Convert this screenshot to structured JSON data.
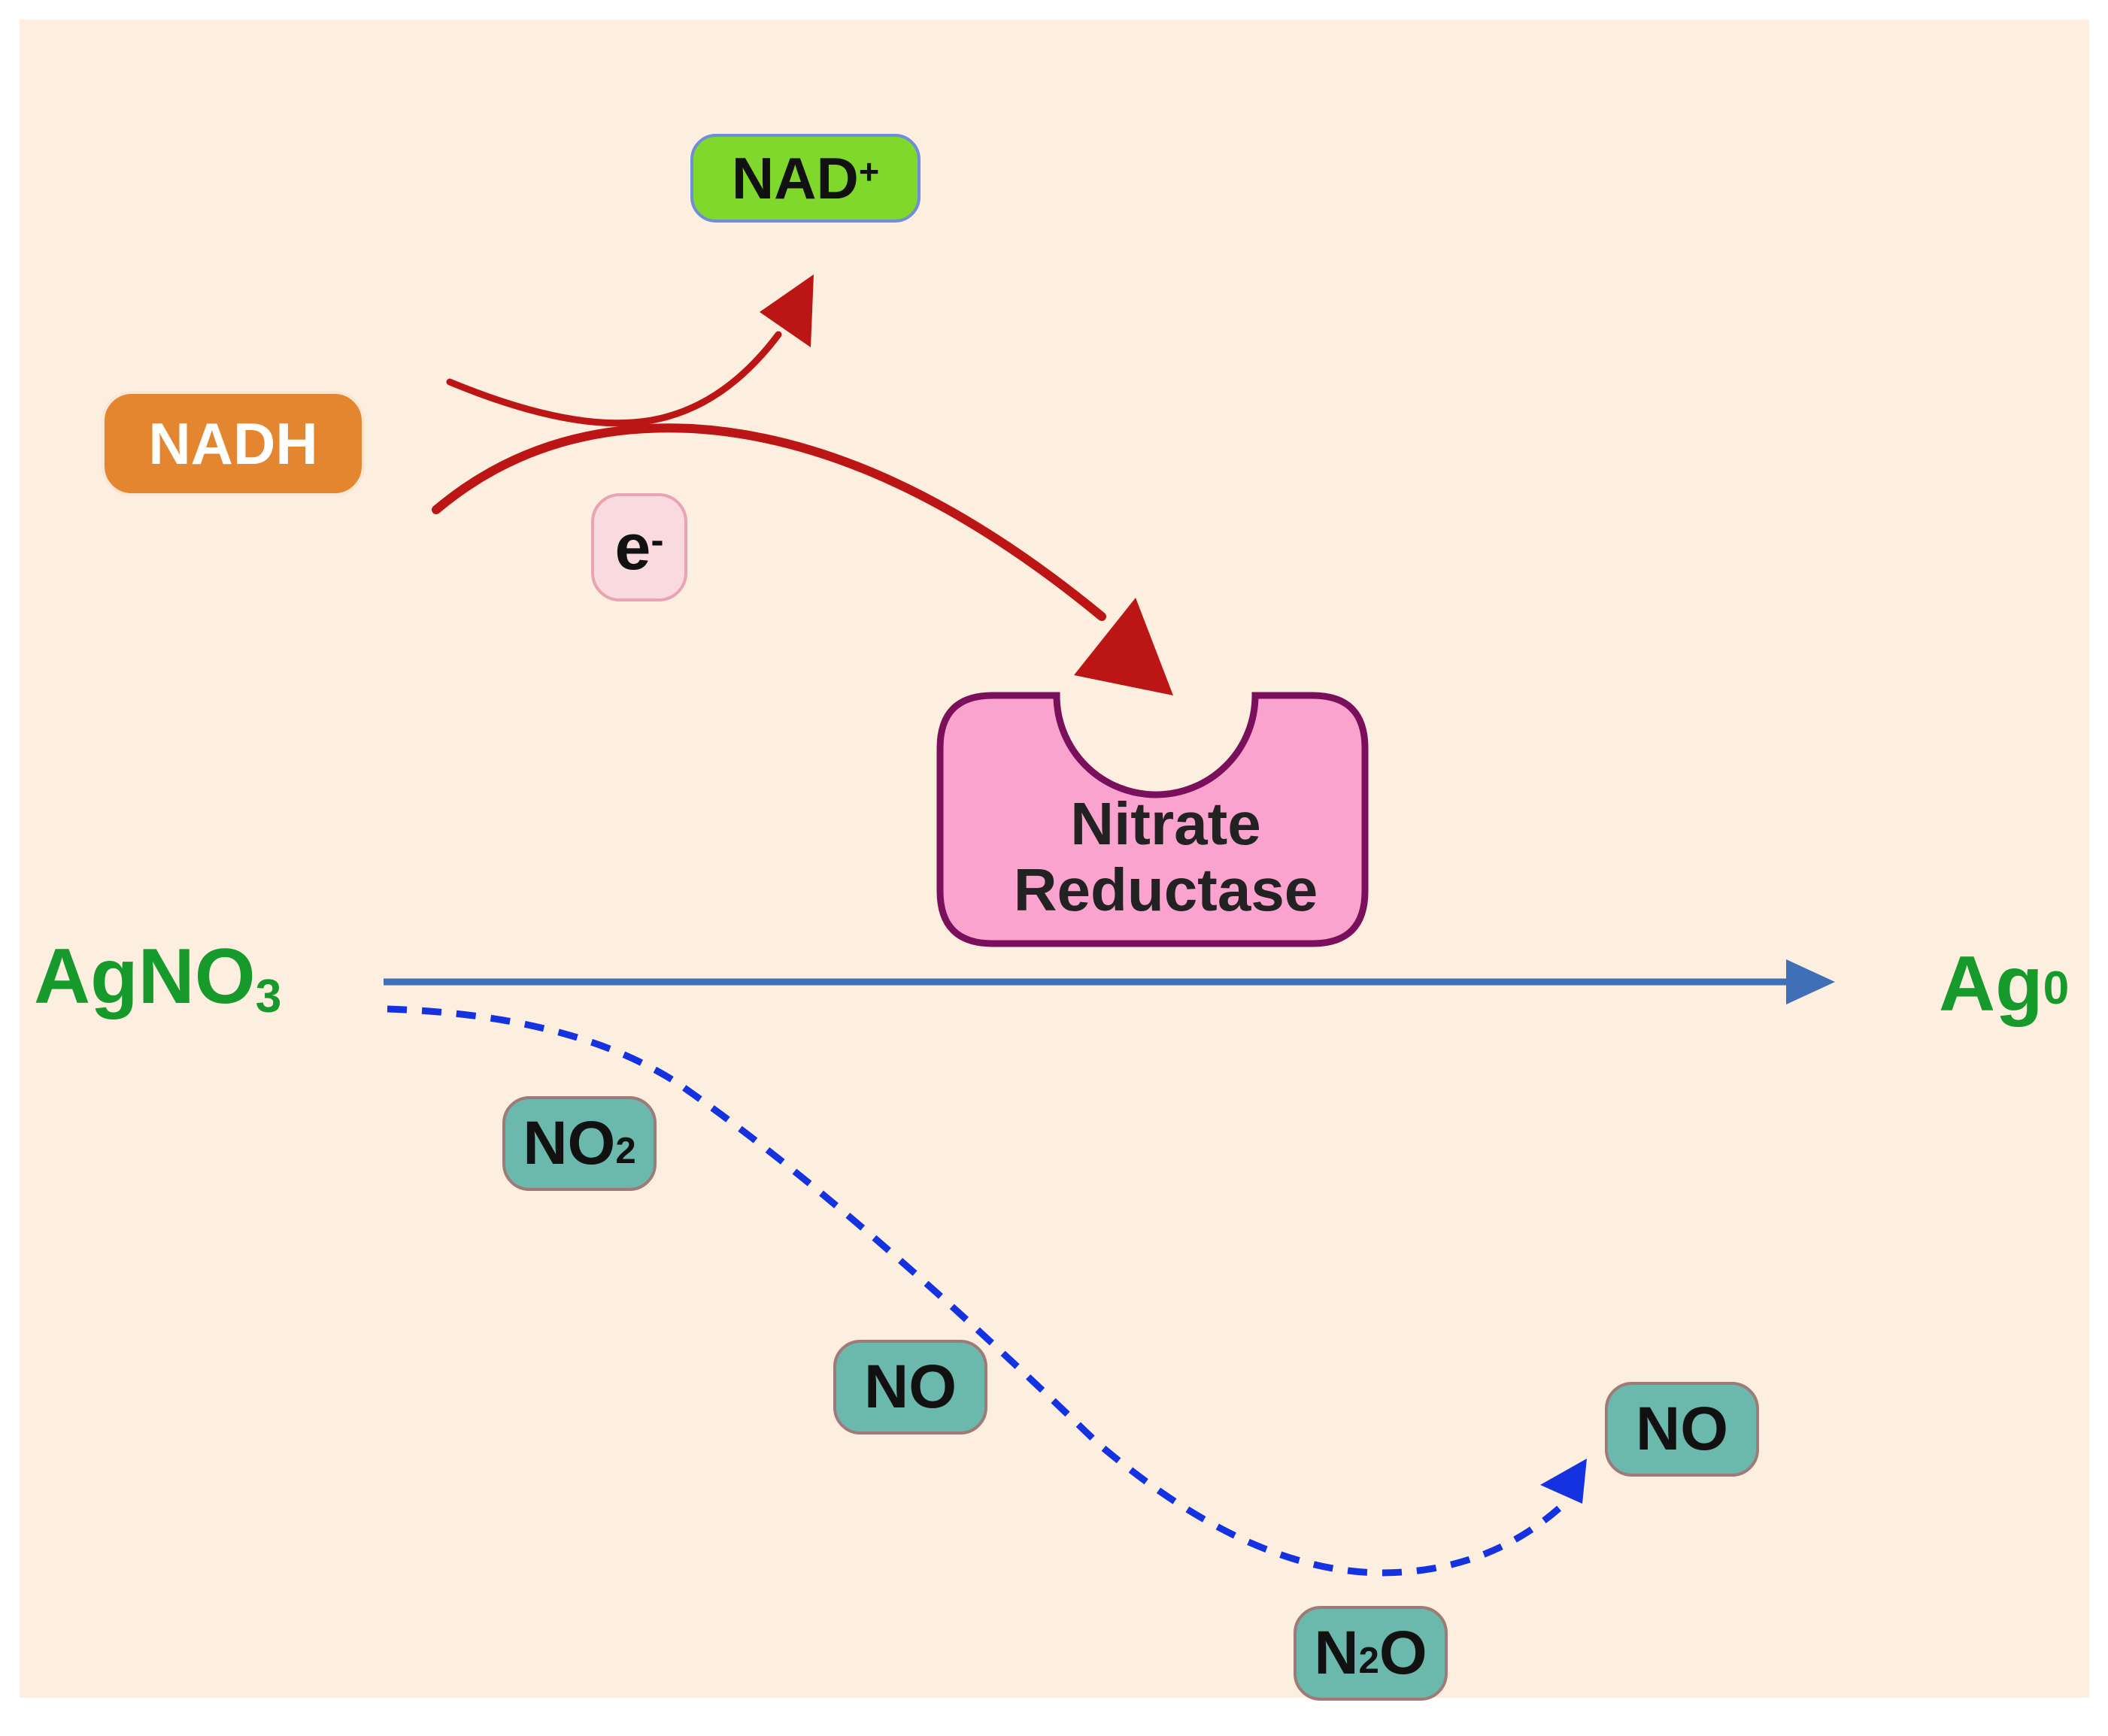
{
  "colors": {
    "background": "#fcefdf",
    "nadh_fill": "#e3862f",
    "nad_fill": "#7fd82b",
    "electron_fill": "#f9dadf",
    "molecule_fill": "#6bb8ad",
    "enzyme_fill": "#fba3cf",
    "enzyme_border": "#7a0f5c",
    "label_green": "#179a2c",
    "main_arrow": "#3f6fb6",
    "dashed_arrow": "#1432e0",
    "electron_arrow": "#bb1515"
  },
  "nodes": {
    "nadh": "NADH",
    "nad": {
      "base": "NAD",
      "sup": "+"
    },
    "electron": {
      "base": "e",
      "sup": "-"
    },
    "enzyme": {
      "line1": "Nitrate",
      "line2": "Reductase"
    },
    "reactant": {
      "base": "AgNO",
      "sub": "3"
    },
    "product": {
      "base": "Ag",
      "sup": "0"
    },
    "no2": {
      "base": "NO",
      "sub": "2"
    },
    "no_mid": "NO",
    "n2o": {
      "a": "N",
      "sub": "2",
      "b": "O"
    },
    "no_end": "NO"
  }
}
